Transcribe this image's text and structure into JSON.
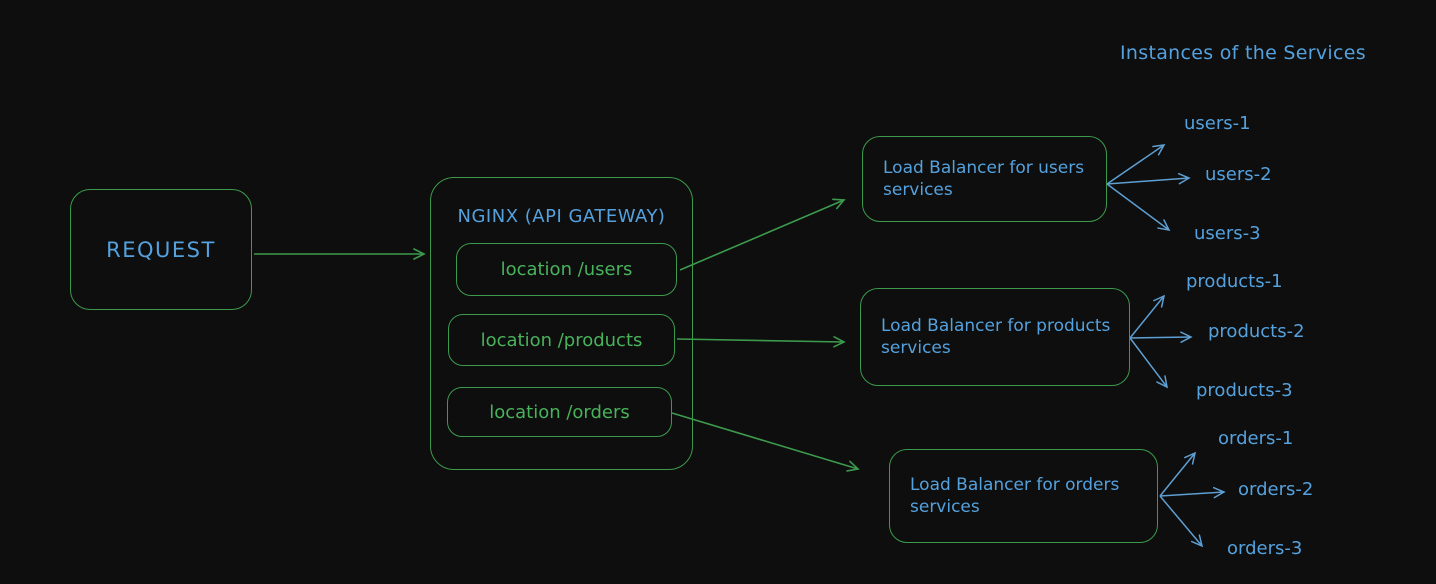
{
  "colors": {
    "background": "#0d0e0d",
    "green_stroke": "#3d9a4d",
    "green_text": "#49b25c",
    "blue_text": "#55a1de",
    "blue_arrow": "#5e9fd3"
  },
  "request": {
    "label": "REQUEST"
  },
  "gateway": {
    "title": "NGINX (API GATEWAY)",
    "locations": [
      {
        "label": "location /users"
      },
      {
        "label": "location /products"
      },
      {
        "label": "location /orders"
      }
    ]
  },
  "load_balancers": [
    {
      "label": "Load Balancer for users services"
    },
    {
      "label": "Load Balancer for products services"
    },
    {
      "label": "Load Balancer for orders services"
    }
  ],
  "instances_section": {
    "title": "Instances of the Services",
    "users": [
      {
        "label": "users-1"
      },
      {
        "label": "users-2"
      },
      {
        "label": "users-3"
      }
    ],
    "products": [
      {
        "label": "products-1"
      },
      {
        "label": "products-2"
      },
      {
        "label": "products-3"
      }
    ],
    "orders": [
      {
        "label": "orders-1"
      },
      {
        "label": "orders-2"
      },
      {
        "label": "orders-3"
      }
    ]
  }
}
